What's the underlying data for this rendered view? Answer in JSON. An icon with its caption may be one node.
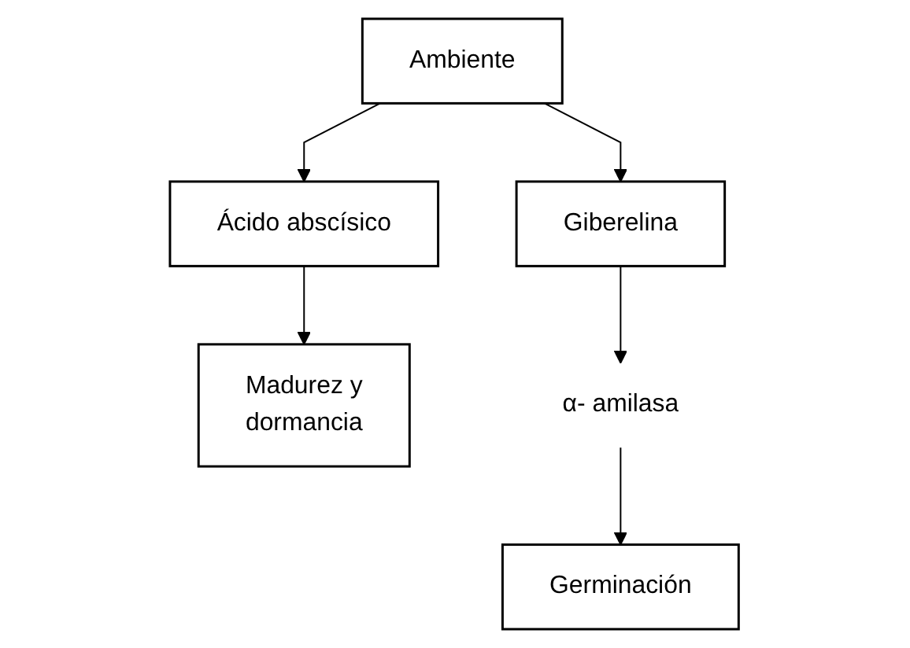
{
  "diagram": {
    "nodes": [
      {
        "text": [
          "Ambiente"
        ]
      },
      {
        "text": [
          "Ácido abscísico"
        ]
      },
      {
        "text": [
          "Giberelina"
        ]
      },
      {
        "text": [
          "Madurez y dormancia"
        ]
      },
      {
        "text": [
          "α- amilasa"
        ]
      },
      {
        "text": [
          "Germinación"
        ]
      }
    ],
    "edges": [
      {
        "from": 0,
        "to": 1,
        "arrow": "to"
      },
      {
        "from": 0,
        "to": 2,
        "arrow": "to"
      },
      {
        "from": 1,
        "to": 3,
        "arrow": "to"
      },
      {
        "from": 2,
        "to": 4,
        "arrow": "to"
      },
      {
        "from": 4,
        "to": 5,
        "arrow": "to"
      }
    ]
  }
}
